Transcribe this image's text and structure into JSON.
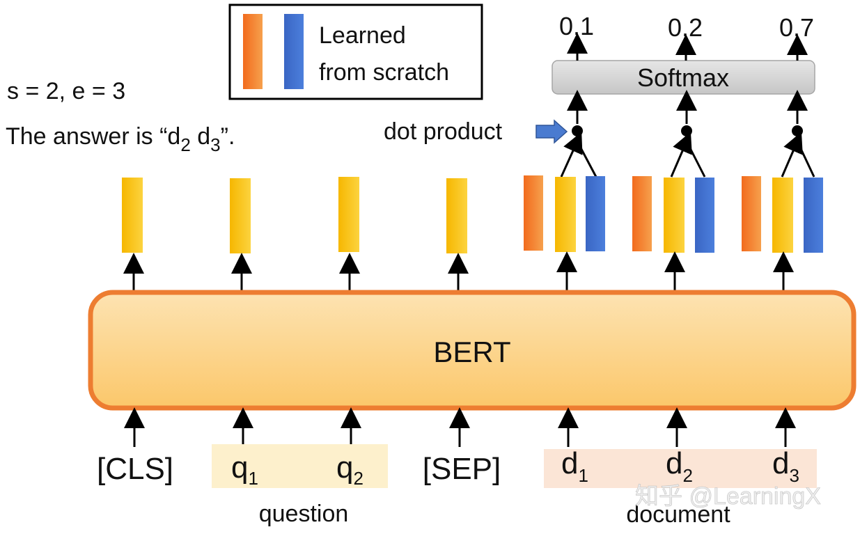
{
  "info": {
    "span_line": "s = 2, e = 3",
    "answer_prefix": "The answer is “d",
    "answer_sub1": "2",
    "answer_mid": " d",
    "answer_sub2": "3",
    "answer_suffix": "”."
  },
  "legend": {
    "line1": "Learned",
    "line2": "from scratch"
  },
  "softmax": {
    "label": "Softmax",
    "outputs": [
      "0.1",
      "0.2",
      "0.7"
    ]
  },
  "dot_product_label": "dot product",
  "model": {
    "label": "BERT"
  },
  "tokens": {
    "cls": "[CLS]",
    "q1": "q",
    "q1_sub": "1",
    "q2": "q",
    "q2_sub": "2",
    "sep": "[SEP]",
    "d1": "d",
    "d1_sub": "1",
    "d2": "d",
    "d2_sub": "2",
    "d3": "d",
    "d3_sub": "3"
  },
  "groups": {
    "question": "question",
    "document": "document"
  },
  "watermark": "知乎 @LearningX",
  "colors": {
    "orange_vector": "#f07f2c",
    "blue_vector": "#3f6fcb",
    "yellow_vector": "#f9c20f",
    "bert_fill": "#fcd38a",
    "bert_border": "#ed7d31",
    "question_highlight": "#fdf0cc",
    "document_highlight": "#fbe5d6",
    "softmax_fill": "#d4d4d4"
  }
}
